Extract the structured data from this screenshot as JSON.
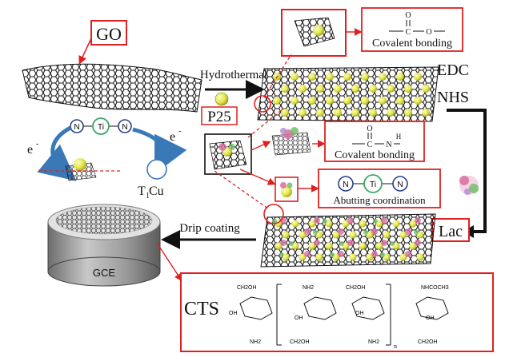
{
  "labels": {
    "go": "GO",
    "p25": "P25",
    "hydrothermal": "Hydrothermal",
    "edc": "EDC",
    "nhs": "NHS",
    "electron_left": "e",
    "electron_right": "e",
    "electron_sup": "-",
    "ion_n_left": "N",
    "ion_ti": "Ti",
    "ion_n_right": "N",
    "t1cu": "T",
    "t1cu_sub": "1",
    "t1cu_suffix": " Cu",
    "drip_coating": "Drip coating",
    "gce": "GCE",
    "lac": "Lac",
    "cts": "CTS"
  },
  "boxes": {
    "covalent1": {
      "atom_o": "O",
      "atom_c": "C",
      "atom_o2": "O",
      "caption": "Covalent bonding"
    },
    "covalent2": {
      "atom_o": "O",
      "atom_c": "C",
      "atom_n": "N",
      "atom_h": "H",
      "caption": "Covalent bonding"
    },
    "abutting": {
      "n_left": "N",
      "ti": "Ti",
      "n_right": "N",
      "caption": "Abutting coordination"
    }
  },
  "cts_structure": {
    "groups": [
      "CH2OH",
      "NH2",
      "CH2OH",
      "NHCOCH3",
      "OH",
      "OH",
      "OH",
      "OH",
      "NH2",
      "CH2OH",
      "NH2",
      "CH2OH",
      "n"
    ]
  },
  "colors": {
    "red": "#e02020",
    "black": "#111111",
    "ball": "#e2e64a",
    "blue_arrow": "#3a78b8",
    "teal_ring": "#3aa76a",
    "navy_ring": "#2b3f8c",
    "gce_gray": "#8a8a8a"
  }
}
